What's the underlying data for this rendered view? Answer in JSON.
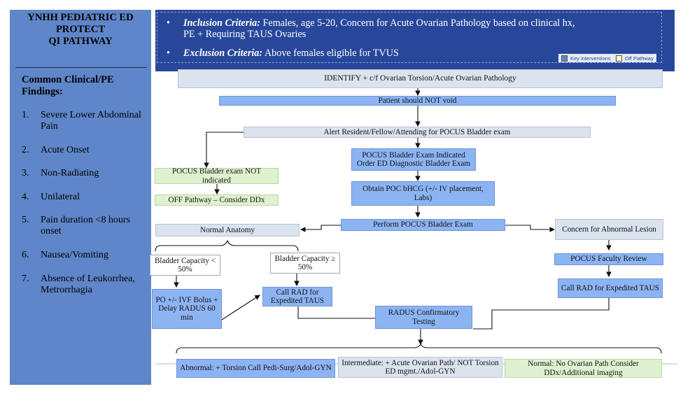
{
  "sidebar": {
    "title": [
      "YNHH PEDIATRIC ED",
      "PROTECT",
      "QI PATHWAY"
    ],
    "subtitle": "Common Clinical/PE Findings:",
    "findings": [
      {
        "num": "1.",
        "text": "Severe Lower Abdominal Pain"
      },
      {
        "num": "2.",
        "text": "Acute Onset"
      },
      {
        "num": "3.",
        "text": "Non-Radiating"
      },
      {
        "num": "4.",
        "text": "Unilateral"
      },
      {
        "num": "5.",
        "text": "Pain duration <8 hours onset"
      },
      {
        "num": "6.",
        "text": "Nausea/Vomiting"
      },
      {
        "num": "7.",
        "text": "Absence of Leukorrhea, Metrorrhagia"
      }
    ]
  },
  "header": {
    "inclusion_label": "Inclusion Criteria:",
    "inclusion_text": "Females, age 5-20,  Concern for Acute Ovarian Pathology based on clinical hx, PE + Requiring TAUS Ovaries",
    "exclusion_label": "Exclusion Criteria:",
    "exclusion_text": "Above females eligible for TVUS",
    "legend": [
      {
        "label": "Key interventions",
        "color": "#5e86c9"
      },
      {
        "label": "Off Pathway",
        "color": "#fff9c4"
      }
    ]
  },
  "flow": {
    "identify": "IDENTIFY + c/f Ovarian Torsion/Acute Ovarian Pathology",
    "void": "Patient should NOT void",
    "alert": "Alert Resident/Fellow/Attending for POCUS Bladder exam",
    "not_indicated": "POCUS Bladder exam NOT indicated",
    "off_pathway": "OFF Pathway – Consider DDx",
    "indicated": "POCUS Bladder Exam Indicated Order ED Diagnostic Bladder Exam",
    "bhcg": "Obtain POC bHCG (+/- IV placement, Labs)",
    "perform": "Perform POCUS Bladder Exam",
    "normal_anatomy": "Normal Anatomy",
    "abnormal_lesion": "Concern for Abnormal Lesion",
    "cap_low": "Bladder Capacity < 50%",
    "cap_high": "Bladder Capacity ≥ 50%",
    "faculty_review": "POCUS Faculty Review",
    "po_ivf": "PO +/- IVF Bolus + Delay RADUS 60 min",
    "call_rad_left": "Call RAD for Expedited TAUS",
    "call_rad_right": "Call RAD for Expedited TAUS",
    "radus": "RADUS Confirmatory Testing",
    "abnormal": "Abnormal: + Torsion Call Pedi-Surg/Adol-GYN",
    "intermediate": "Intermediate: + Acute Ovarian Path/ NOT Torsion ED mgmt./Adol-GYN",
    "normal": "Normal: No Ovarian Path Consider DDx/Additional imaging"
  },
  "colors": {
    "sidebar": "#5e86c9",
    "header": "#27479a",
    "key_box": "#8db4f2",
    "neutral_box": "#dbe3ef",
    "off_box": "#dff2cf"
  }
}
